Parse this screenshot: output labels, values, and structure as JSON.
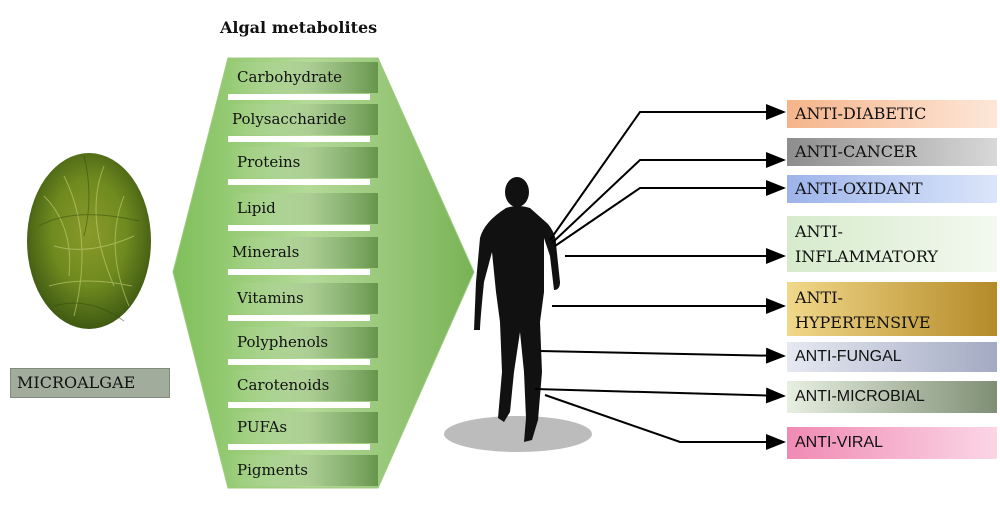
{
  "diagram": {
    "title": "Algal metabolites",
    "source_label": "MICROALGAE",
    "metabolites": [
      "Carbohydrate",
      "Polysaccharide",
      "Proteins",
      "Lipid",
      "Minerals",
      "Vitamins",
      "Polyphenols",
      "Carotenoids",
      "PUFAs",
      "Pigments"
    ],
    "effects": [
      {
        "label": "ANTI-DIABETIC",
        "color": "#f7c7a8"
      },
      {
        "label": "ANTI-CANCER",
        "color": "#a8a8a8"
      },
      {
        "label": "ANTI-OXIDANT",
        "color": "#b9c8ef"
      },
      {
        "label": "ANTI-\nINFLAMMATORY",
        "color": "#e3f0dc"
      },
      {
        "label": "ANTI-\nHYPERTENSIVE",
        "color": "#d8b252"
      },
      {
        "label": "ANTI-FUNGAL",
        "color": "#c3c8d8"
      },
      {
        "label": "ANTI-MICROBIAL",
        "color": "#a9b89e"
      },
      {
        "label": "ANTI-VIRAL",
        "color": "#f1a3c2"
      }
    ],
    "colors": {
      "hexagon": "#92c46e",
      "source_label_bg": "#a2ac9c",
      "human_silhouette": "#111111"
    }
  }
}
